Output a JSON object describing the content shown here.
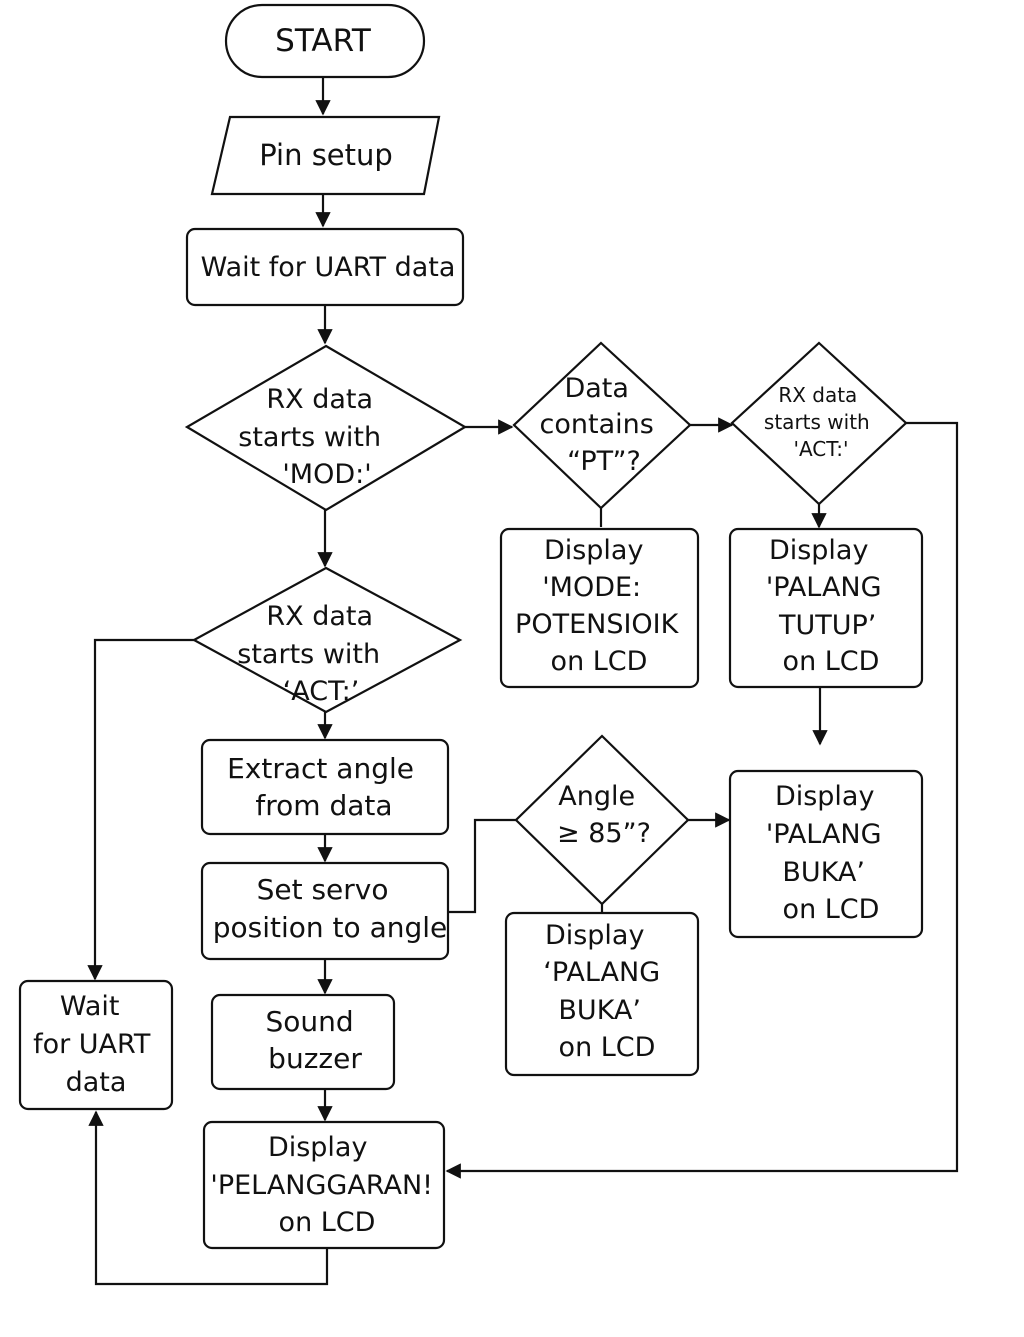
{
  "nodes": {
    "start": {
      "lines": [
        "START"
      ]
    },
    "pin_setup": {
      "lines": [
        "Pin setup"
      ]
    },
    "wait_uart_1": {
      "lines": [
        "Wait for UART data"
      ]
    },
    "dec_mod": {
      "lines": [
        "RX data",
        "starts with",
        "'MOD:'"
      ]
    },
    "dec_pt": {
      "lines": [
        "Data",
        "contains",
        "“PT”?"
      ]
    },
    "dec_act_right": {
      "lines": [
        "RX data",
        "starts with",
        "'ACT:'"
      ]
    },
    "disp_mode": {
      "lines": [
        "Display",
        "'MODE:",
        "POTENSIOIK",
        "on LCD"
      ]
    },
    "disp_tutup": {
      "lines": [
        "Display",
        "'PALANG",
        "TUTUP’",
        "on LCD"
      ]
    },
    "dec_act_left": {
      "lines": [
        "RX data",
        "starts with",
        "‘ACT:’"
      ]
    },
    "extract_angle": {
      "lines": [
        "Extract angle",
        "from data"
      ]
    },
    "set_servo": {
      "lines": [
        "Set servo",
        "position to angle"
      ]
    },
    "dec_angle": {
      "lines": [
        "Angle",
        "≥ 85”?"
      ]
    },
    "disp_buka_right": {
      "lines": [
        "Display",
        "'PALANG",
        "BUKA’",
        "on LCD"
      ]
    },
    "disp_buka_mid": {
      "lines": [
        "Display",
        "‘PALANG",
        "BUKA’",
        "on LCD"
      ]
    },
    "wait_uart_2": {
      "lines": [
        "Wait",
        "for UART",
        "data"
      ]
    },
    "sound_buzzer": {
      "lines": [
        "Sound",
        "buzzer"
      ]
    },
    "disp_pelanggaran": {
      "lines": [
        "Display",
        "'PELANGGARAN!",
        "on LCD"
      ]
    }
  }
}
